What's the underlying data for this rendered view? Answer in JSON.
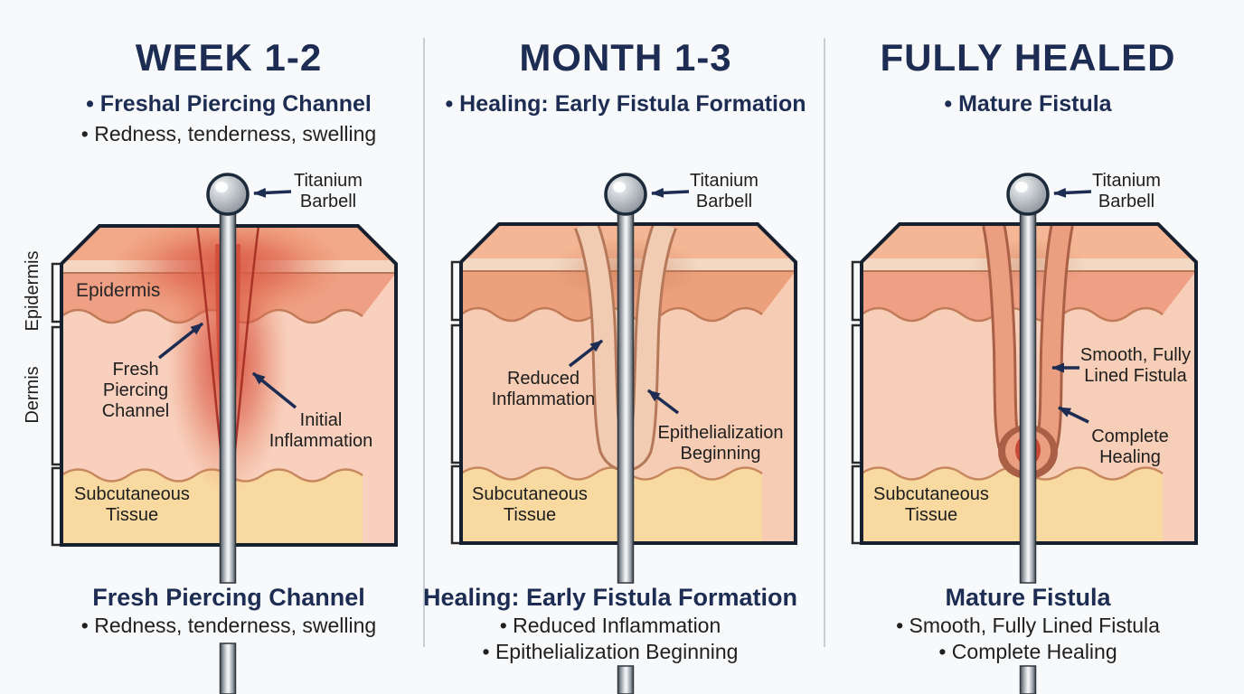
{
  "side_labels": {
    "epidermis": "Epidermis",
    "dermis": "Dermis"
  },
  "panels": [
    {
      "title": "WEEK 1-2",
      "subtitle_bold": "• Freshal Piercing Channel",
      "subtitle_regular": "• Redness, tenderness, swelling",
      "barbell_label": "Titanium\nBarbell",
      "epidermis_inline_label": "Epidermis",
      "subcutaneous_label": "Subcutaneous\nTissue",
      "annotations": {
        "a1": "Fresh\nPiercing\nChannel",
        "a2": "Initial\nInflammation"
      },
      "caption_title": "Fresh Piercing Channel",
      "caption_bullets": [
        "• Redness, tenderness, swelling"
      ]
    },
    {
      "title": "MONTH 1-3",
      "subtitle_bold": "• Healing: Early Fistula Formation",
      "barbell_label": "Titanium\nBarbell",
      "subcutaneous_label": "Subcutaneous\nTissue",
      "annotations": {
        "a1": "Reduced\nInflammation",
        "a2": "Epithelialization\nBeginning"
      },
      "caption_title": "Healing: Early Fistula Formation",
      "caption_bullets": [
        "• Reduced Inflammation",
        "• Epithelialization Beginning"
      ]
    },
    {
      "title": "FULLY HEALED",
      "subtitle_bold": "• Mature Fistula",
      "barbell_label": "Titanium\nBarbell",
      "subcutaneous_label": "Subcutaneous\nTissue",
      "annotations": {
        "a1": "Smooth, Fully\nLined Fistula",
        "a2": "Complete\nHealing"
      },
      "caption_title": "Mature Fistula",
      "caption_bullets": [
        "• Smooth, Fully Lined Fistula",
        "• Complete Healing"
      ]
    }
  ]
}
